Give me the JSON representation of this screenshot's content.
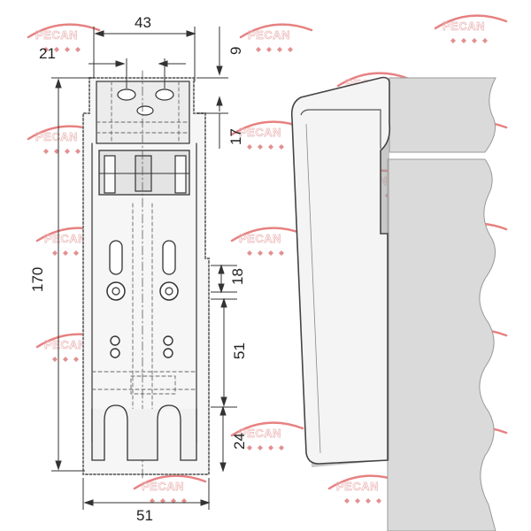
{
  "dimensions": {
    "top_width": "43",
    "inner_offset": "21",
    "hook_height": "9",
    "upper_gap": "17",
    "total_height": "170",
    "slot_pitch": "18",
    "middle_span": "51",
    "bottom_span": "24",
    "bottom_width": "51"
  },
  "watermark": {
    "text": "PECAN",
    "colors": {
      "arc": "#e05858",
      "text_stroke": "#e39a9a",
      "dots": "#d96b6b"
    }
  },
  "colors": {
    "line": "#333333",
    "part_fill": "#efefef",
    "shadow": "#9a9a9a",
    "wall": "#dadada"
  }
}
